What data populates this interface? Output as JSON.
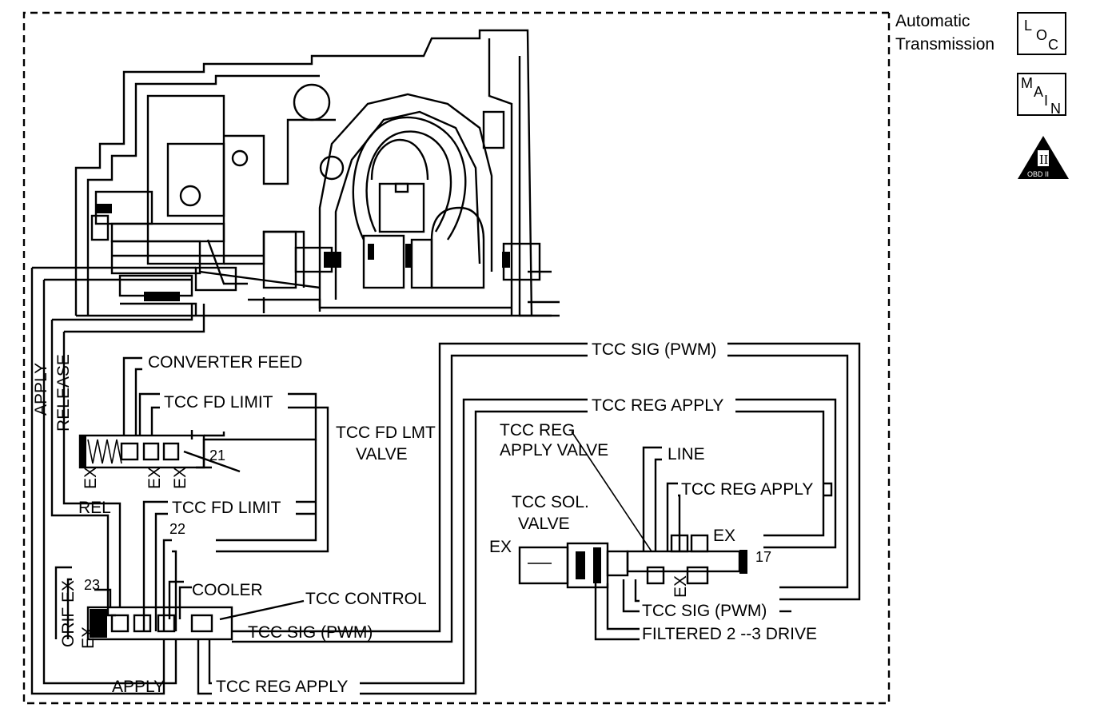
{
  "legend": {
    "title_line1": "Automatic",
    "title_line2": "Transmission",
    "loc_icon": {
      "letters": [
        "L",
        "O",
        "C"
      ]
    },
    "main_icon": {
      "letters": [
        "M",
        "A",
        "I",
        "N"
      ]
    },
    "obd_icon": {
      "numeral": "II",
      "caption": "OBD II"
    }
  },
  "labels": {
    "apply_left": "APPLY",
    "release_left": "RELEASE",
    "converter_feed": "CONVERTER FEED",
    "tcc_fd_limit_top": "TCC FD LIMIT",
    "tcc_fd_lmt_valve_1": "TCC FD LMT",
    "tcc_fd_lmt_valve_2": "VALVE",
    "num_21": "21",
    "ex_1": "EX",
    "ex_2": "EX",
    "ex_3": "EX",
    "rel": "REL",
    "tcc_fd_limit_mid": "TCC FD LIMIT",
    "num_22": "22",
    "orif_ex": "ORIF EX",
    "num_23": "23",
    "ex_4": "EX",
    "cooler": "COOLER",
    "tcc_control": "TCC CONTROL",
    "tcc_sig_pwm_low": "TCC SIG (PWM)",
    "apply_bottom": "APPLY",
    "tcc_reg_apply_bottom": "TCC REG APPLY",
    "tcc_sig_pwm_top": "TCC SIG (PWM)",
    "tcc_reg_apply_top": "TCC REG APPLY",
    "tcc_reg_1": "TCC REG",
    "tcc_reg_2": "APPLY VALVE",
    "line": "LINE",
    "tcc_reg_apply_right": "TCC REG APPLY",
    "tcc_sol_1": "TCC SOL.",
    "tcc_sol_2": "VALVE",
    "ex_5": "EX",
    "ex_6": "EX",
    "num_17": "17",
    "ex_7": "EX",
    "tcc_sig_pwm_right": "TCC SIG (PWM)",
    "filtered_2_3_drive": "FILTERED 2 --3 DRIVE"
  }
}
